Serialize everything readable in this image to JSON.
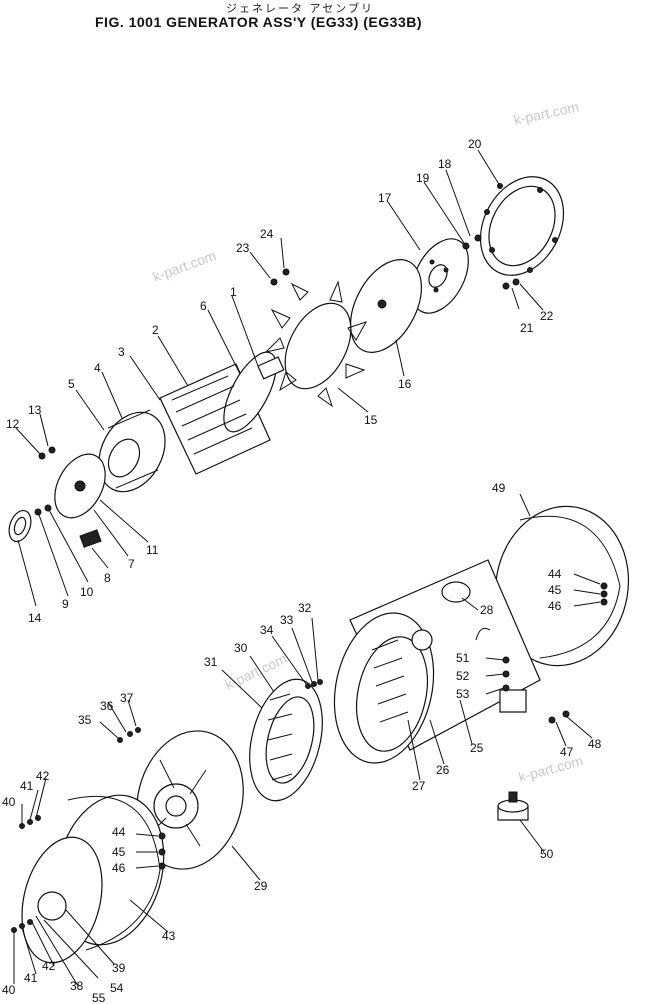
{
  "header": {
    "japanese_title": "ジェネレータ アセンブリ",
    "title": "FIG. 1001  GENERATOR ASS'Y (EG33) (EG33B)"
  },
  "watermarks": [
    "k-part.com",
    "k-part.com",
    "k-part.com",
    "k-part.com"
  ],
  "parts": {
    "p1": "1",
    "p2": "2",
    "p3": "3",
    "p4": "4",
    "p5": "5",
    "p6": "6",
    "p7": "7",
    "p8": "8",
    "p9": "9",
    "p10": "10",
    "p11": "11",
    "p12": "12",
    "p13": "13",
    "p14": "14",
    "p15": "15",
    "p16": "16",
    "p17": "17",
    "p18": "18",
    "p19": "19",
    "p20": "20",
    "p21": "21",
    "p22": "22",
    "p23": "23",
    "p24": "24",
    "p25": "25",
    "p26": "26",
    "p27": "27",
    "p28": "28",
    "p29": "29",
    "p30": "30",
    "p31": "31",
    "p32": "32",
    "p33": "33",
    "p34": "34",
    "p35": "35",
    "p36": "36",
    "p37": "37",
    "p38": "38",
    "p39": "39",
    "p40a": "40",
    "p40b": "40",
    "p41a": "41",
    "p41b": "41",
    "p42a": "42",
    "p42b": "42",
    "p43": "43",
    "p44a": "44",
    "p44b": "44",
    "p45a": "45",
    "p45b": "45",
    "p46a": "46",
    "p46b": "46",
    "p47": "47",
    "p48": "48",
    "p49": "49",
    "p50": "50",
    "p51": "51",
    "p52": "52",
    "p53": "53",
    "p54": "54",
    "p55": "55"
  }
}
